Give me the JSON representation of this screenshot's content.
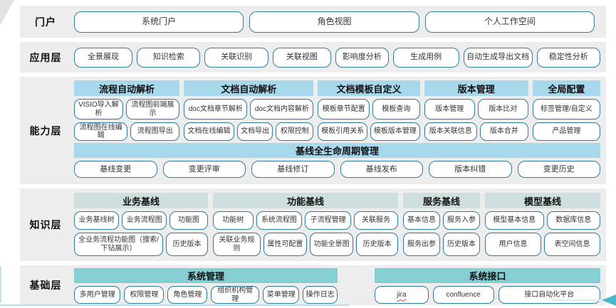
{
  "colors": {
    "band_bg": "#ededed",
    "capability_header_bg": "#a7d8ec",
    "knowledge_header_bg": "#cfdede",
    "foundation_header_bg": "#85ced2",
    "box_border": "#2e7d9c",
    "arrow_teal": "#49b8c8",
    "bottom_line_blue": "#badcf0"
  },
  "portal": {
    "label": "门户",
    "buttons": [
      "系统门户",
      "角色视图",
      "个人工作空间"
    ]
  },
  "app": {
    "label": "应用层",
    "buttons": [
      "全景展现",
      "知识检索",
      "关联识别",
      "关联视图",
      "影响度分析",
      "生成用例",
      "自动生成导出文档",
      "稳定性分析"
    ]
  },
  "cap": {
    "label": "能力层",
    "g1": {
      "header": "流程自动解析",
      "r1": [
        "VISIO导入解析",
        "流程图前端展示"
      ],
      "r2": [
        "流程图在线编辑",
        "流程图导出"
      ]
    },
    "g2": {
      "header": "文档自动解析",
      "r1": [
        "doc文档章节解析",
        "doc文档内容解析"
      ],
      "r2": [
        "文档在线编辑",
        "文档导出",
        "权限控制"
      ]
    },
    "g3": {
      "header": "文档模板自定义",
      "r1": [
        "模板章节配置",
        "模板查询"
      ],
      "r2": [
        "模板引用关系",
        "模板版本管理"
      ]
    },
    "g4": {
      "header": "版本管理",
      "r1": [
        "版本管理",
        "版本比对"
      ],
      "r2": [
        "版本关联信息",
        "版本合并"
      ]
    },
    "g5": {
      "header": "全局配置",
      "r1": [
        "标签管理/自定义"
      ],
      "r2": [
        "产品管理"
      ]
    },
    "baseline": {
      "header": "基线全生命周期管理",
      "buttons": [
        "基线变更",
        "变更评审",
        "基线修订",
        "基线发布",
        "版本纠错",
        "变更历史"
      ]
    }
  },
  "know": {
    "label": "知识层",
    "g1": {
      "header": "业务基线",
      "r1": [
        "业务基线树",
        "业务流程图",
        "功能图"
      ],
      "r2": [
        "全业务流程功能图（搜索/下钻展示）",
        "历史版本"
      ]
    },
    "g2": {
      "header": "功能基线",
      "r1": [
        "功能树",
        "系统流程图",
        "子流程管理",
        "关联服务"
      ],
      "r2": [
        "关联业务规则",
        "属性可配置",
        "功能全景图",
        "历史版本"
      ]
    },
    "g3": {
      "header": "服务基线",
      "r1": [
        "基本信息",
        "服务入参"
      ],
      "r2": [
        "服务出参",
        "历史版本"
      ]
    },
    "g4": {
      "header": "模型基线",
      "r1": [
        "模型基本信息",
        "数据库信息"
      ],
      "r2": [
        "用户信息",
        "表空间信息"
      ]
    }
  },
  "base": {
    "label": "基础层",
    "g1": {
      "header": "系统管理",
      "buttons": [
        "多用户管理",
        "权限管理",
        "角色管理",
        "组织机构管理",
        "菜单管理",
        "操作日志"
      ]
    },
    "g2": {
      "header": "系统接口",
      "buttons": [
        "jira",
        "confluence",
        "接口自动化平台"
      ]
    }
  }
}
